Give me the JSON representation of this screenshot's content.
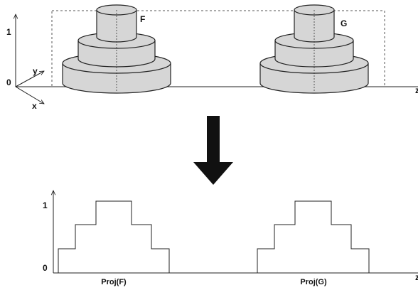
{
  "top": {
    "axis_labels": {
      "one": "1",
      "zero": "0",
      "x": "x",
      "y": "y",
      "z_partial": "z"
    },
    "stack_labels": {
      "f": "F",
      "g": "G"
    }
  },
  "bottom": {
    "axis_labels": {
      "one": "1",
      "zero": "0",
      "z_partial": "z"
    },
    "captions": {
      "f": "Proj(F)",
      "g": "Proj(G)"
    }
  },
  "colors": {
    "cylinder_fill": "#d6d6d6",
    "stroke": "#222222",
    "arrow": "#111111"
  }
}
